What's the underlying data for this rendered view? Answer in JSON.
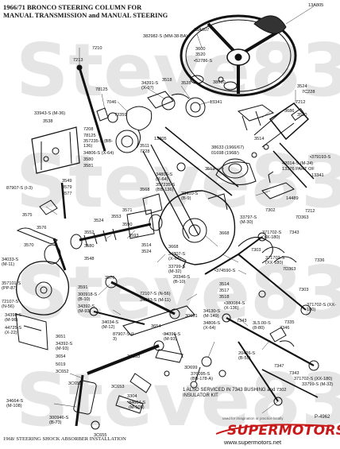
{
  "title": {
    "line1": "1966/71 BRONCO STEERING COLUMN FOR",
    "line2": "MANUAL TRANSMISSION and MANUAL STEERING"
  },
  "caption": "1968/ STEERING SHOCK ABSORBER INSTALLATION",
  "footnote": "1 ALSO SERVICED IN 7343 BUSHING and INSULATOR KIT",
  "part_code": "P-4962",
  "watermark": "Steve83",
  "logo": {
    "brand": "SUPERMOTORS",
    "url": "www.supermotors.net",
    "note": "used for imagination or practice locally"
  },
  "labels": [
    {
      "id": "l01",
      "text": "13A805"
    },
    {
      "id": "l02",
      "text": "13A807"
    },
    {
      "id": "l03",
      "text": "382982-S (MM-38-BA)"
    },
    {
      "id": "l04",
      "text": "3600"
    },
    {
      "id": "l05",
      "text": "3520"
    },
    {
      "id": "l06",
      "text": "7210"
    },
    {
      "id": "l07",
      "text": "7213"
    },
    {
      "id": "l08",
      "text": "•52786-S"
    },
    {
      "id": "l09",
      "text": "3518"
    },
    {
      "id": "l10",
      "text": "34391-S (X-97)"
    },
    {
      "id": "l11",
      "text": "38610"
    },
    {
      "id": "l12",
      "text": "3528"
    },
    {
      "id": "l13",
      "text": "13341"
    },
    {
      "id": "l14",
      "text": "3524"
    },
    {
      "id": "l15",
      "text": "7C228"
    },
    {
      "id": "l16",
      "text": "7212"
    },
    {
      "id": "l17",
      "text": "78125"
    },
    {
      "id": "l18",
      "text": "7046"
    },
    {
      "id": "l19",
      "text": "33943-S (M-36)"
    },
    {
      "id": "l20",
      "text": "3538"
    },
    {
      "id": "l21",
      "text": "73359"
    },
    {
      "id": "l22",
      "text": "3686"
    },
    {
      "id": "l23",
      "text": "3530"
    },
    {
      "id": "l24",
      "text": "7208"
    },
    {
      "id": "l25",
      "text": "78125"
    },
    {
      "id": "l26",
      "text": "357235-S (BB-136)"
    },
    {
      "id": "l27",
      "text": "34806-S (X-64)"
    },
    {
      "id": "l28",
      "text": "3580"
    },
    {
      "id": "l29",
      "text": "3581"
    },
    {
      "id": "l30",
      "text": "13305"
    },
    {
      "id": "l31",
      "text": "3511"
    },
    {
      "id": "l32",
      "text": "7228"
    },
    {
      "id": "l33",
      "text": "3514"
    },
    {
      "id": "l34",
      "text": "38633 (1966/67)"
    },
    {
      "id": "l35",
      "text": "01698 (1968/)"
    },
    {
      "id": "l36",
      "text": "•379193-S"
    },
    {
      "id": "l37",
      "text": "42014-S (M-24)"
    },
    {
      "id": "l38",
      "text": "13376 PART OF"
    },
    {
      "id": "l39",
      "text": "13341"
    },
    {
      "id": "l40",
      "text": "34806-S (X-64)"
    },
    {
      "id": "l41",
      "text": "357235-S (BB-136)"
    },
    {
      "id": "l42",
      "text": "3513"
    },
    {
      "id": "l43",
      "text": "87907-S (I-3)"
    },
    {
      "id": "l44",
      "text": "3549"
    },
    {
      "id": "l45",
      "text": "3579"
    },
    {
      "id": "l46",
      "text": "3577"
    },
    {
      "id": "l47",
      "text": "3568"
    },
    {
      "id": "l48",
      "text": "23410-S (B-9)"
    },
    {
      "id": "l49",
      "text": "14489"
    },
    {
      "id": "l50",
      "text": "3575"
    },
    {
      "id": "l51",
      "text": "7302"
    },
    {
      "id": "l52",
      "text": "3571"
    },
    {
      "id": "l53",
      "text": "3553"
    },
    {
      "id": "l54",
      "text": "3524"
    },
    {
      "id": "l55",
      "text": "3590"
    },
    {
      "id": "l56",
      "text": "33797-S (M-30)"
    },
    {
      "id": "l57",
      "text": "7D363"
    },
    {
      "id": "l58",
      "text": "7212"
    },
    {
      "id": "l59",
      "text": "3576"
    },
    {
      "id": "l60",
      "text": "3552"
    },
    {
      "id": "l61",
      "text": "3593"
    },
    {
      "id": "l62",
      "text": "3668"
    },
    {
      "id": "l63",
      "text": "371702-S (XX-180)"
    },
    {
      "id": "l64",
      "text": "7343"
    },
    {
      "id": "l65",
      "text": "3570"
    },
    {
      "id": "l66",
      "text": "3580"
    },
    {
      "id": "l67",
      "text": "3548"
    },
    {
      "id": "l68",
      "text": "3514"
    },
    {
      "id": "l69",
      "text": "3524"
    },
    {
      "id": "l70",
      "text": "3668"
    },
    {
      "id": "l71",
      "text": "34807-S (X-64)"
    },
    {
      "id": "l72",
      "text": "7303"
    },
    {
      "id": "l73",
      "text": "371702-S (XX-180)"
    },
    {
      "id": "l74",
      "text": "7336"
    },
    {
      "id": "l75",
      "text": "34033-S (M-11)"
    },
    {
      "id": "l76",
      "text": "33799-S (M-32)"
    },
    {
      "id": "l77",
      "text": "•374590-S"
    },
    {
      "id": "l78",
      "text": "7D363"
    },
    {
      "id": "l79",
      "text": "357101-S (PP-87)"
    },
    {
      "id": "l80",
      "text": "3576"
    },
    {
      "id": "l81",
      "text": "20346-S (B-10)"
    },
    {
      "id": "l82",
      "text": "72107-S (N-56)"
    },
    {
      "id": "l83",
      "text": "3591"
    },
    {
      "id": "l84",
      "text": "3514"
    },
    {
      "id": "l85",
      "text": "3517"
    },
    {
      "id": "l86",
      "text": "3518"
    },
    {
      "id": "l87",
      "text": "7303"
    },
    {
      "id": "l88",
      "text": "300918-S (B-10)"
    },
    {
      "id": "l89",
      "text": "72107-S (N-56)"
    },
    {
      "id": "l90",
      "text": "34033-S (M-11)"
    },
    {
      "id": "l91",
      "text": "•380084-S (X-136)"
    },
    {
      "id": "l92",
      "text": "371702-S (XX-180)"
    },
    {
      "id": "l93",
      "text": "34398-S (M-96)"
    },
    {
      "id": "l94",
      "text": "44725-S (X-22)"
    },
    {
      "id": "l95",
      "text": "34392-S (M-93)"
    },
    {
      "id": "l96",
      "text": "34034-S (M-12)"
    },
    {
      "id": "l97",
      "text": "87907-S (I-3)"
    },
    {
      "id": "l98",
      "text": "30681"
    },
    {
      "id": "l99",
      "text": "34130-S (M-149)"
    },
    {
      "id": "l100",
      "text": "34806-S (X-64)"
    },
    {
      "id": "l101",
      "text": "7343"
    },
    {
      "id": "l102",
      "text": "3L5.00-S (8-80)"
    },
    {
      "id": "l103",
      "text": "7335"
    },
    {
      "id": "l104",
      "text": "3654"
    },
    {
      "id": "l105",
      "text": "34396-S (M-93)"
    },
    {
      "id": "l106",
      "text": "20426-S (B-55)"
    },
    {
      "id": "l107",
      "text": "7346"
    },
    {
      "id": "l108",
      "text": "7347"
    },
    {
      "id": "l109",
      "text": "3651"
    },
    {
      "id": "l110",
      "text": "34392-S (M-93)"
    },
    {
      "id": "l111",
      "text": "3654"
    },
    {
      "id": "l112",
      "text": "3A533"
    },
    {
      "id": "l113",
      "text": "3D699"
    },
    {
      "id": "l114",
      "text": "376095-S (BB-178-A)"
    },
    {
      "id": "l115",
      "text": "7343"
    },
    {
      "id": "l116",
      "text": "371702-S (XX-180)"
    },
    {
      "id": "l117",
      "text": "33799-S (M-32)"
    },
    {
      "id": "l118",
      "text": "5019"
    },
    {
      "id": "l119",
      "text": "3C652"
    },
    {
      "id": "l120",
      "text": "3C651"
    },
    {
      "id": "l121",
      "text": "3C653"
    },
    {
      "id": "l122",
      "text": "3304"
    },
    {
      "id": "l123",
      "text": "7302"
    },
    {
      "id": "l124",
      "text": "34664-S (M-108)"
    },
    {
      "id": "l125",
      "text": "300946-S (B-73)"
    },
    {
      "id": "l126",
      "text": "34664-S (M-108)"
    },
    {
      "id": "l127",
      "text": "3C655"
    }
  ]
}
